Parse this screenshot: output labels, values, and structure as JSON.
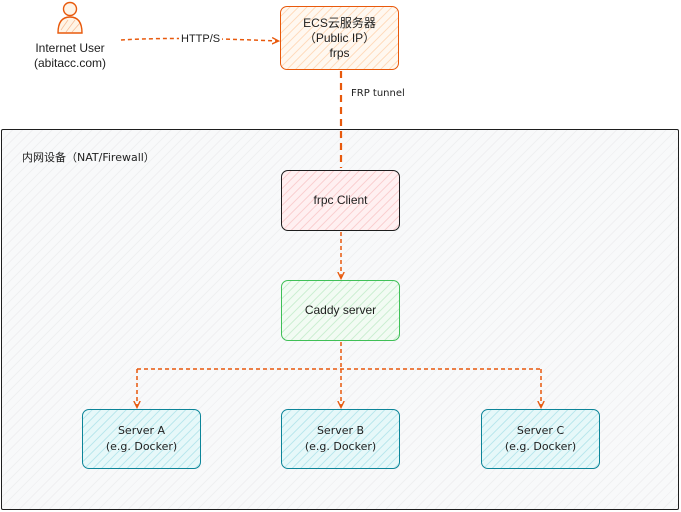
{
  "diagram": {
    "user": {
      "icon": "user-icon",
      "line1": "Internet User",
      "line2": "(abitacc.com)"
    },
    "edges": {
      "user_to_ecs": "HTTP/S",
      "ecs_to_frpc": "FRP tunnel"
    },
    "ecs": {
      "line1": "ECS云服务器",
      "line2": "（Public IP）",
      "line3": "frps"
    },
    "zone": {
      "label": "内网设备（NAT/Firewall）"
    },
    "frpc": {
      "label": "frpc Client"
    },
    "caddy": {
      "label": "Caddy server"
    },
    "servers": [
      {
        "name": "Server A",
        "detail": "(e.g. Docker)"
      },
      {
        "name": "Server B",
        "detail": "(e.g. Docker)"
      },
      {
        "name": "Server C",
        "detail": "(e.g. Docker)"
      }
    ],
    "colors": {
      "connector": "#e8590c",
      "ecs_stroke": "#e8590c",
      "frpc_stroke": "#1e1e1e",
      "caddy_stroke": "#40c057",
      "server_stroke": "#0c8599",
      "zone_stroke": "#1e1e1e"
    }
  }
}
